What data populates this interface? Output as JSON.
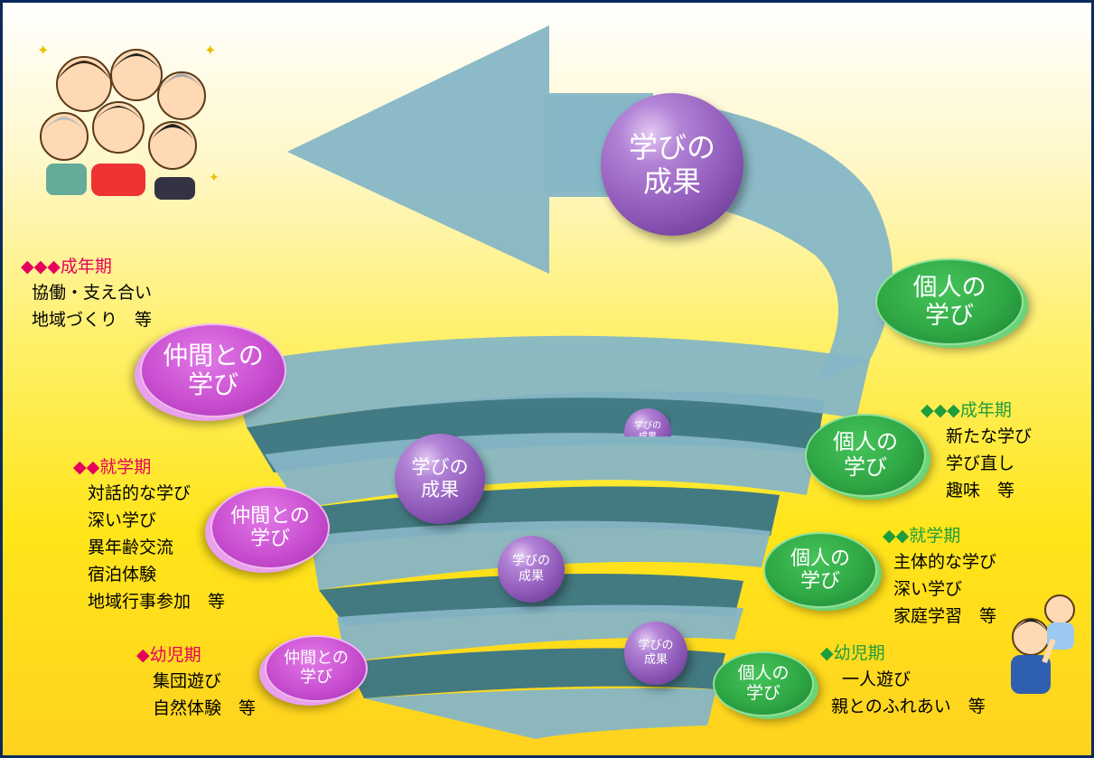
{
  "spheres": {
    "top": "学びの\n成果",
    "mid_large": "学びの\n成果",
    "mid_small": "学びの\n成果",
    "low_small": "学びの\n成果",
    "tiny": "学びの\n成果"
  },
  "green_nodes": {
    "top": "個人の\n学び",
    "upper": "個人の\n学び",
    "middle": "個人の\n学び",
    "lower": "個人の\n学び"
  },
  "pink_nodes": {
    "upper": "仲間との\n学び",
    "middle": "仲間との\n学び",
    "lower": "仲間との\n学び"
  },
  "left_labels": {
    "adult": {
      "header": "◆◆◆成年期",
      "lines": [
        "協働・支え合い",
        "地域づくり　等"
      ]
    },
    "school": {
      "header": "◆◆就学期",
      "lines": [
        "対話的な学び",
        "深い学び",
        "異年齢交流",
        "宿泊体験",
        "地域行事参加　等"
      ]
    },
    "infant": {
      "header": "◆幼児期",
      "lines": [
        "集団遊び",
        "自然体験　等"
      ]
    }
  },
  "right_labels": {
    "adult": {
      "header": "◆◆◆成年期",
      "lines": [
        "新たな学び",
        "学び直し",
        "趣味　等"
      ]
    },
    "school": {
      "header": "◆◆就学期",
      "lines": [
        "主体的な学び",
        "深い学び",
        "家庭学習　等"
      ]
    },
    "infant": {
      "header": "◆幼児期",
      "lines": [
        "一人遊び",
        "親とのふれあい　等"
      ]
    }
  },
  "colors": {
    "spiral": "#86b6c6",
    "spiral_dark": "#2f6f8c",
    "border": "#0b2a5c",
    "left_header": "#e6005c",
    "right_header": "#1e9d3c"
  }
}
